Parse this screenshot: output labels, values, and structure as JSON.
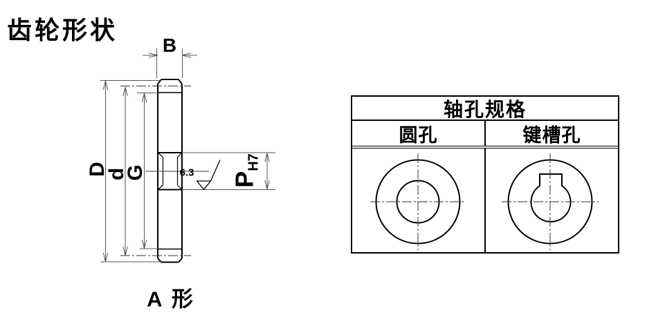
{
  "title": "齿轮形状",
  "gear_drawing": {
    "face_width_label": "B",
    "outer_diameter_label": "D",
    "pitch_diameter_label": "d",
    "hub_diameter_label": "G",
    "bore_label": "P",
    "bore_tolerance": "H7",
    "surface_roughness": "6.3",
    "type_label": "A 形"
  },
  "shaft_hole_table": {
    "header": "轴孔规格",
    "columns": [
      "圆孔",
      "键槽孔"
    ]
  },
  "colors": {
    "outline": "#000000",
    "dimension_line": "#555555",
    "background": "#ffffff"
  }
}
